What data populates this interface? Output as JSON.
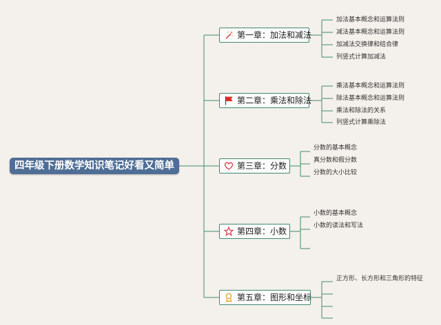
{
  "title": "四年级下册数学知识笔记好看又简单",
  "colors": {
    "root_fill": "#4f6e96",
    "line": "#3f8a6e",
    "background": "#f4f0eb"
  },
  "chapters": [
    {
      "label": "第一章：加法和减法",
      "icon": "magic-wand-icon",
      "items": [
        "加法基本概念和运算法则",
        "减法基本概念和运算法则",
        "加减法交换律和结合律",
        "列竖式计算加减法"
      ]
    },
    {
      "label": "第二章：乘法和除法",
      "icon": "flag-icon",
      "items": [
        "乘法基本概念和运算法则",
        "除法基本概念和运算法则",
        "乘法和除法的关系",
        "列竖式计算乘除法"
      ]
    },
    {
      "label": "第三章：分数",
      "icon": "heart-icon",
      "items": [
        "分数的基本概念",
        "真分数和假分数",
        "分数的大小比较"
      ]
    },
    {
      "label": "第四章：小数",
      "icon": "star-icon",
      "items": [
        "小数的基本概念",
        "小数的读法和写法",
        ""
      ]
    },
    {
      "label": "第五章：图形和坐标",
      "icon": "ribbon-icon",
      "items": [
        "正方形、长方形和三角形的特征",
        "",
        "",
        ""
      ]
    }
  ]
}
